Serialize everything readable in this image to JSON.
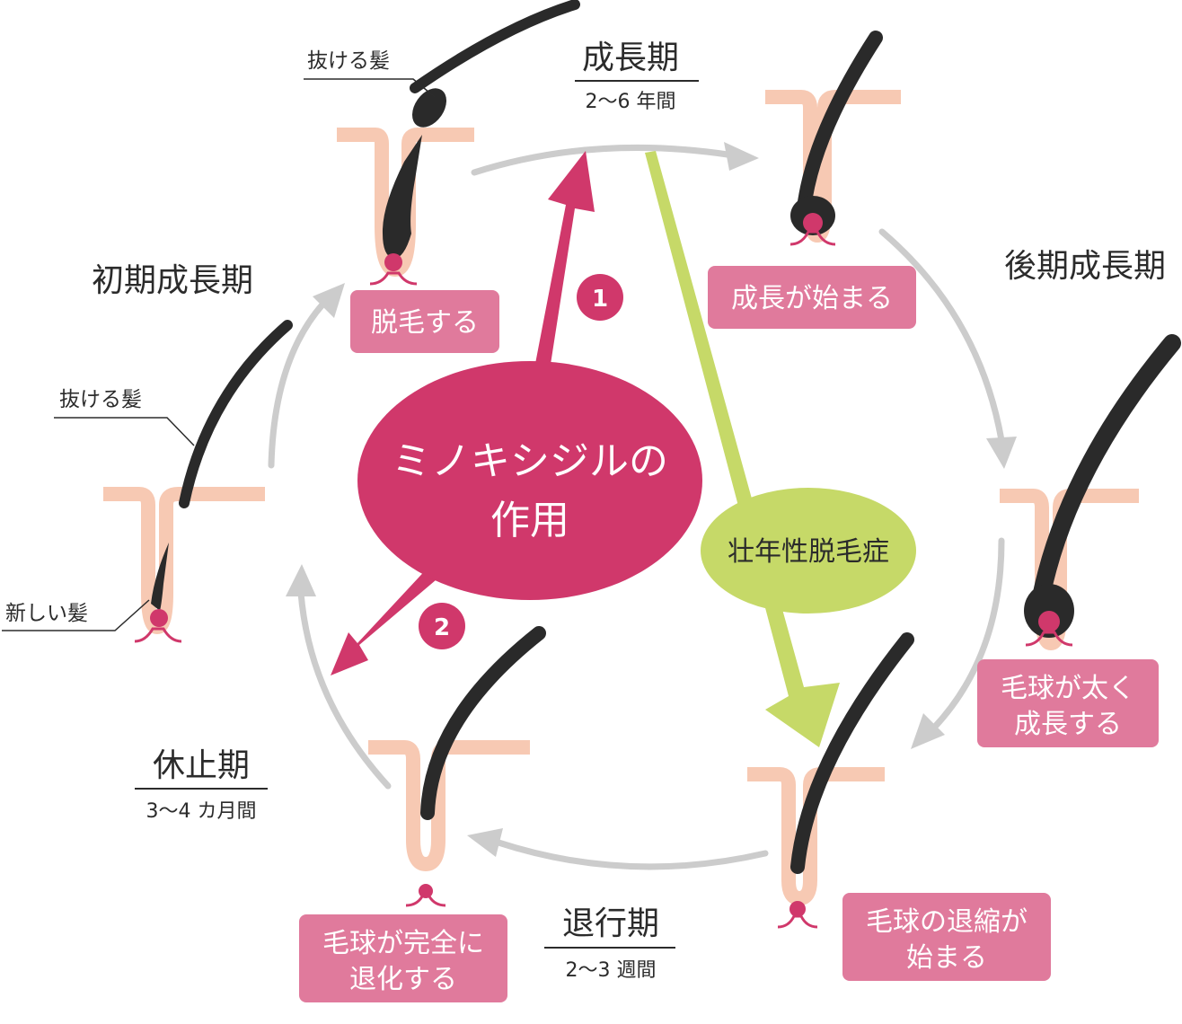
{
  "phases": {
    "anagen": {
      "name": "成長期",
      "duration": "2〜6 年間"
    },
    "late_anagen": {
      "name": "後期成長期"
    },
    "catagen": {
      "name": "退行期",
      "duration": "2〜3 週間"
    },
    "telogen": {
      "name": "休止期",
      "duration": "3〜4 カ月間"
    },
    "early_anagen": {
      "name": "初期成長期"
    }
  },
  "boxes": {
    "shedding": "脱毛する",
    "growth_start": "成長が始まる",
    "bulb_growth": [
      "毛球が太く",
      "成長する"
    ],
    "bulb_shrink": [
      "毛球の退縮が",
      "始まる"
    ],
    "bulb_regress": [
      "毛球が完全に",
      "退化する"
    ]
  },
  "labels": {
    "falling_hair_top": "抜ける髪",
    "falling_hair_left": "抜ける髪",
    "new_hair": "新しい髪"
  },
  "center": {
    "lines": [
      "ミノキシジルの",
      "作用"
    ]
  },
  "aga": "壮年性脱毛症",
  "markers": {
    "one": "1",
    "two": "2"
  },
  "colors": {
    "magenta": "#d0386b",
    "box_pink": "#e07a9c",
    "skin": "#f7c9b3",
    "hair": "#2a2a2a",
    "green": "#c6d968",
    "cycle_arrow": "#cccccc"
  }
}
